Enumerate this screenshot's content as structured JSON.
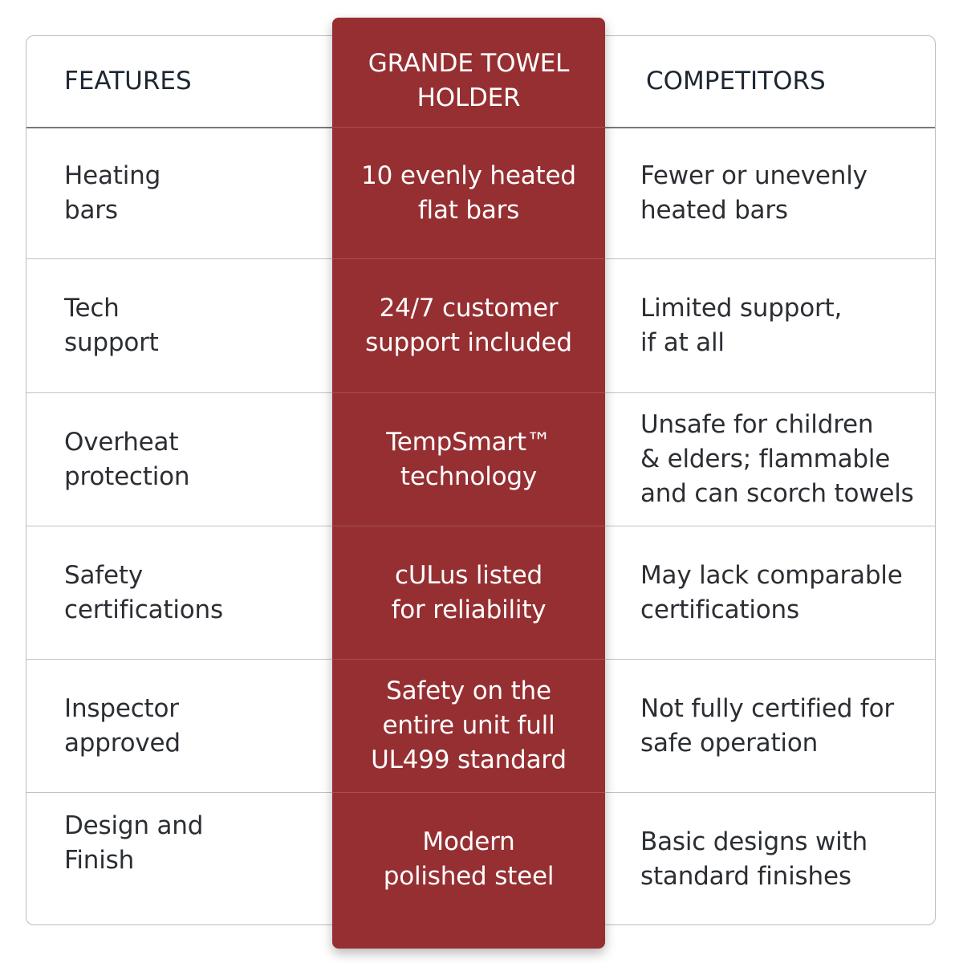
{
  "header": {
    "features": "FEATURES",
    "product": "GRANDE TOWEL\nHOLDER",
    "competitors": "COMPETITORS"
  },
  "colors": {
    "accent": "#962f32",
    "text_dark": "#1d2733",
    "border": "#bcbcbc"
  },
  "rows": [
    {
      "feature": "Heating\nbars",
      "product": "10 evenly heated\nflat bars",
      "competitor": "Fewer or unevenly\nheated bars"
    },
    {
      "feature": "Tech\nsupport",
      "product": "24/7 customer\nsupport included",
      "competitor": "Limited support,\nif at all"
    },
    {
      "feature": "Overheat\nprotection",
      "product": "TempSmart™\ntechnology",
      "competitor": "Unsafe for children\n& elders; flammable\nand can scorch towels"
    },
    {
      "feature": "Safety\ncertifications",
      "product": "cULus listed\nfor reliability",
      "competitor": "May lack comparable\ncertifications"
    },
    {
      "feature": "Inspector\napproved",
      "product": "Safety on the\nentire unit full\nUL499 standard",
      "competitor": "Not fully certified for\nsafe operation"
    },
    {
      "feature": "Design and\nFinish",
      "product": "Modern\npolished steel",
      "competitor": "Basic designs with\nstandard finishes"
    }
  ]
}
